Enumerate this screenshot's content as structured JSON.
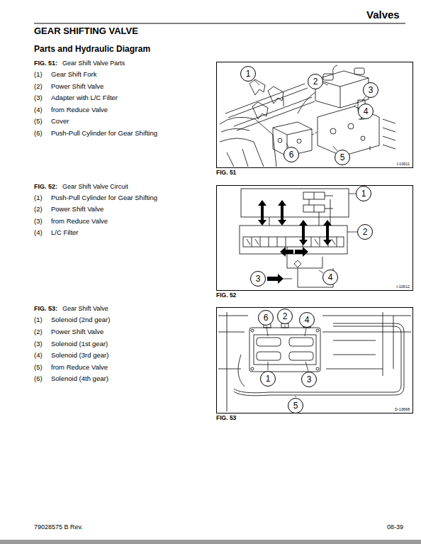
{
  "diagram": {
    "title": "GEAR SHIFTING VALVE",
    "nodes": [
      {
        "text": [
          "I-10611"
        ]
      },
      {
        "text": [
          "1"
        ],
        "in": 0
      },
      {
        "text": [
          "2"
        ],
        "in": 0
      },
      {
        "text": [
          "3"
        ],
        "in": 0
      },
      {
        "text": [
          "4"
        ],
        "in": 0
      },
      {
        "text": [
          "6"
        ],
        "in": 0
      },
      {
        "text": [
          "5"
        ],
        "in": 0
      },
      {
        "text": [
          "I-10612"
        ]
      },
      {
        "text": [
          "1"
        ],
        "in": 7
      },
      {
        "text": [
          "2"
        ],
        "in": 7
      },
      {
        "text": [
          "3"
        ],
        "in": 7
      },
      {
        "text": [
          "4"
        ],
        "in": 7
      },
      {
        "text": [
          "D-13668"
        ]
      },
      {
        "text": [
          "6"
        ],
        "in": 12
      },
      {
        "text": [
          "2"
        ],
        "in": 12
      },
      {
        "text": [
          "4"
        ],
        "in": 12
      },
      {
        "text": [
          "1"
        ],
        "in": 12
      },
      {
        "text": [
          "3"
        ],
        "in": 12
      },
      {
        "text": [
          "5"
        ],
        "in": 12
      }
    ],
    "labels": [
      "Valves",
      "Parts and Hydraulic Diagram",
      "FIG. 51:",
      "Gear Shift Valve Parts",
      "(1)",
      "Gear Shift Fork",
      "(2)",
      "Power Shift Valve",
      "(3)",
      "Adapter with L/C Filter",
      "(4)",
      "from Reduce Valve",
      "(5)",
      "Cover",
      "(6)",
      "Push-Pull Cylinder for Gear Shifting",
      "FIG. 51",
      "FIG. 52:",
      "Gear Shift Valve Circuit",
      "(1)",
      "Push-Pull Cylinder for Gear Shifting",
      "(2)",
      "Power Shift Valve",
      "(3)",
      "from Reduce Valve",
      "(4)",
      "L/C Filter",
      "FIG. 52",
      "FIG. 53:",
      "Gear Shift Valve",
      "(1)",
      "Solenoid (2nd gear)",
      "(2)",
      "Power Shift Valve",
      "(3)",
      "Solenoid (1st gear)",
      "(4)",
      "Solenoid (3rd gear)",
      "(5)",
      "from Reduce Valve",
      "(6)",
      "Solenoid (4th gear)",
      "FIG. 53",
      "79028575 B Rev.",
      "08-39"
    ]
  }
}
